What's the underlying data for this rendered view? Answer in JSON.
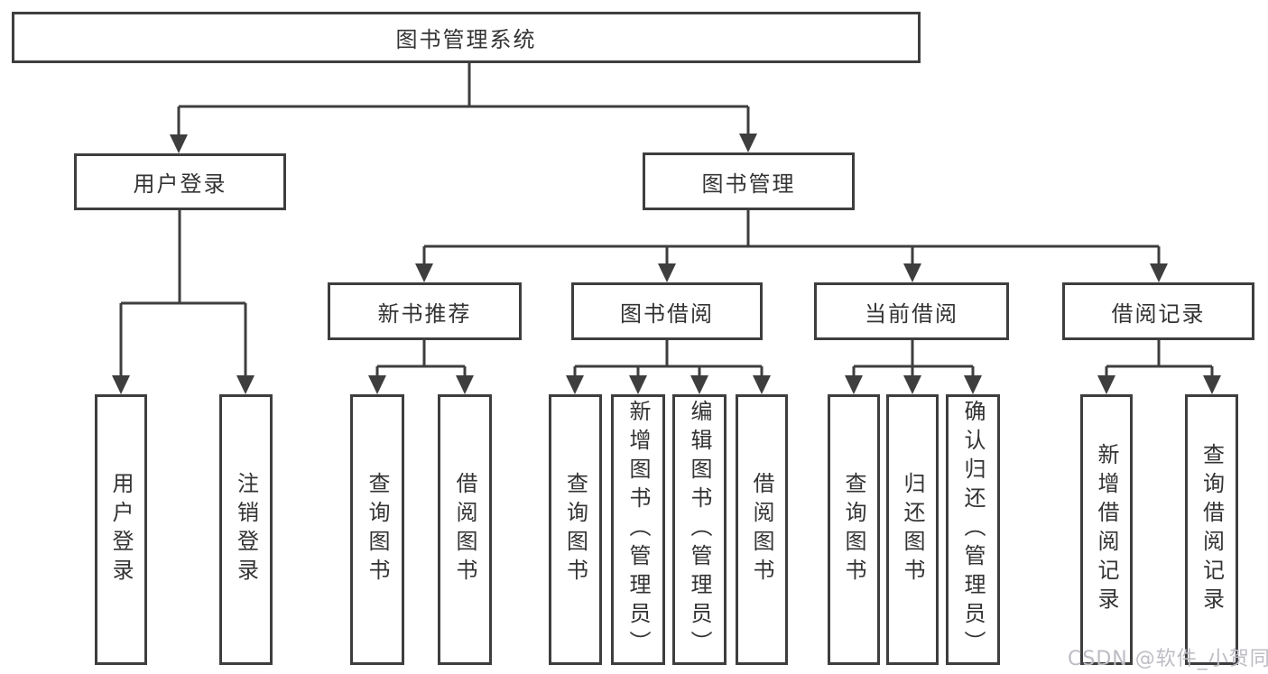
{
  "diagram_title": "图书管理系统",
  "tree": {
    "label": "图书管理系统",
    "children": [
      {
        "label": "用户登录",
        "children": [
          {
            "label": "用户登录"
          },
          {
            "label": "注销登录"
          }
        ]
      },
      {
        "label": "图书管理",
        "children": [
          {
            "label": "新书推荐",
            "children": [
              {
                "label": "查询图书"
              },
              {
                "label": "借阅图书"
              }
            ]
          },
          {
            "label": "图书借阅",
            "children": [
              {
                "label": "查询图书"
              },
              {
                "label": "新增图书（管理员）"
              },
              {
                "label": "编辑图书（管理员）"
              },
              {
                "label": "借阅图书"
              }
            ]
          },
          {
            "label": "当前借阅",
            "children": [
              {
                "label": "查询图书"
              },
              {
                "label": "归还图书"
              },
              {
                "label": "确认归还（管理员）"
              }
            ]
          },
          {
            "label": "借阅记录",
            "children": [
              {
                "label": "新增借阅记录"
              },
              {
                "label": "查询借阅记录"
              }
            ]
          }
        ]
      }
    ]
  },
  "watermark": {
    "text": "CSDN @软件_小贺同学",
    "color": "#bdbcc4"
  },
  "colors": {
    "background": "#ffffff",
    "line": "#3e3e3e",
    "box_border": "#3e3e3e",
    "text": "#333333"
  }
}
